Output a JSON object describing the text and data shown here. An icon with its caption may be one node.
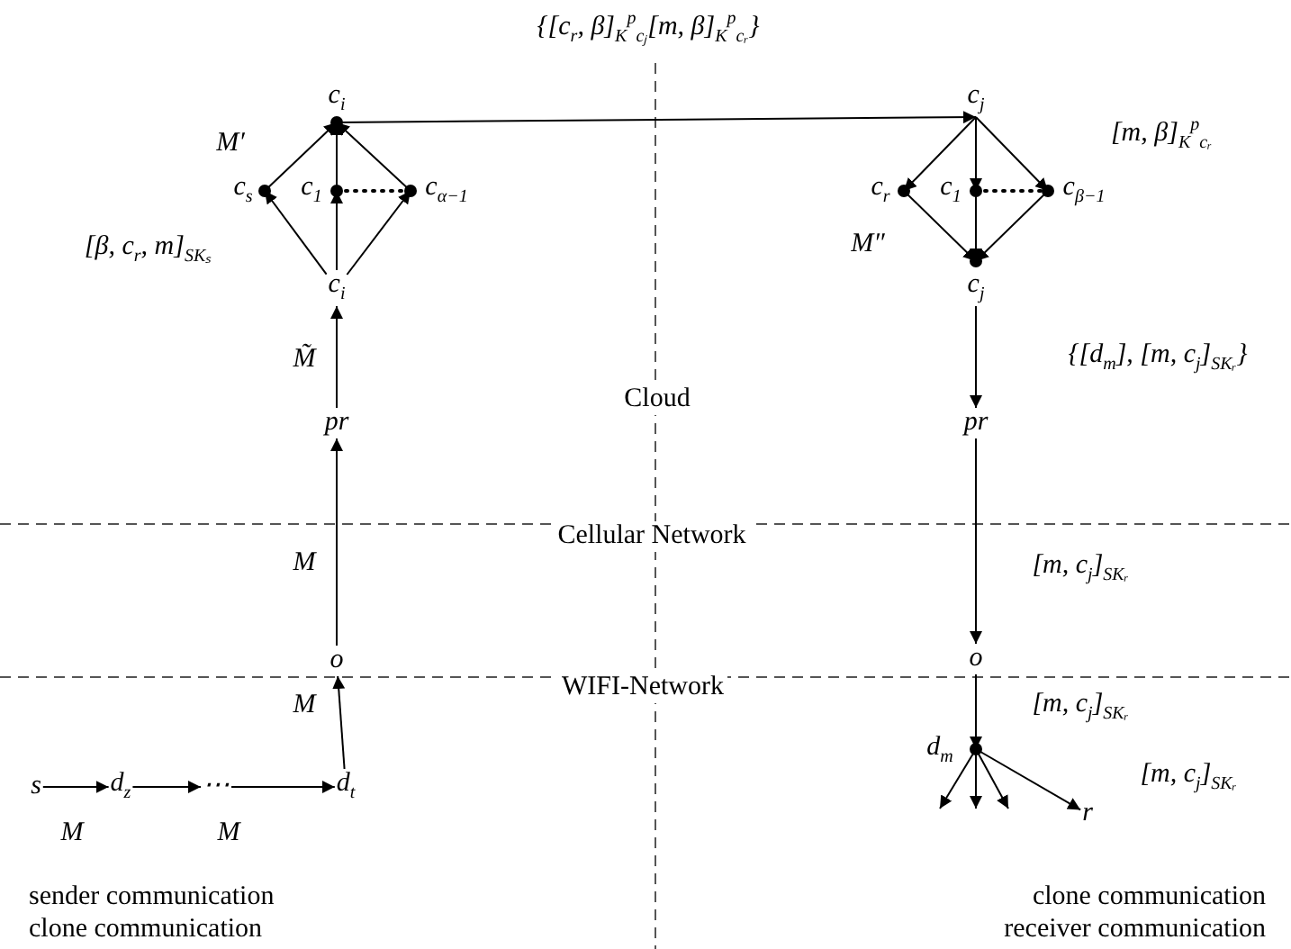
{
  "diagram": {
    "nodes": [
      {
        "text": [
          "c$_{i}$"
        ]
      },
      {
        "text": [
          "c$_{s}$"
        ]
      },
      {
        "text": [
          "c$_{1}$"
        ]
      },
      {
        "text": [
          "c$_{α−1}$"
        ]
      },
      {
        "text": [
          "c$_{i}$"
        ]
      },
      {
        "text": [
          "pr"
        ]
      },
      {
        "text": [
          "o"
        ]
      },
      {
        "text": [
          "s"
        ]
      },
      {
        "text": [
          "d$_{z}$"
        ]
      },
      {
        "text": [
          "⋯"
        ]
      },
      {
        "text": [
          "d$_{t}$"
        ]
      },
      {
        "text": [
          "c$_{j}$"
        ]
      },
      {
        "text": [
          "c$_{r}$"
        ]
      },
      {
        "text": [
          "c$_{1}$"
        ]
      },
      {
        "text": [
          "c$_{β−1}$"
        ]
      },
      {
        "text": [
          "c$_{j}$"
        ]
      },
      {
        "text": [
          "pr"
        ]
      },
      {
        "text": [
          "o"
        ]
      },
      {
        "text": [
          "d$_{m}$"
        ]
      },
      {
        "text": [
          "r"
        ]
      }
    ],
    "edges": [
      {
        "from": 0,
        "to": 11,
        "arrow": "to",
        "label": "{[c$_{r}$, β]$_{K}$$^{p}$$_{cⱼ}$[m, β]$_{K}$$^{p}$$_{cᵣ}$}"
      },
      {
        "from": 4,
        "to": 1,
        "arrow": "to",
        "label": "[β, c$_{r}$, m]$_{SKₛ}$"
      },
      {
        "from": 4,
        "to": 2,
        "arrow": "to"
      },
      {
        "from": 4,
        "to": 3,
        "arrow": "to"
      },
      {
        "from": 1,
        "to": 0,
        "arrow": "to",
        "label": "M′"
      },
      {
        "from": 2,
        "to": 0,
        "arrow": "to"
      },
      {
        "from": 3,
        "to": 0,
        "arrow": "to"
      },
      {
        "from": 2,
        "to": 3,
        "arrow": "other",
        "style": "dashed"
      },
      {
        "from": 5,
        "to": 4,
        "arrow": "to",
        "label": "M̃"
      },
      {
        "from": 6,
        "to": 5,
        "arrow": "to",
        "label": "M"
      },
      {
        "from": 10,
        "to": 6,
        "arrow": "to",
        "label": "M"
      },
      {
        "from": 7,
        "to": 8,
        "arrow": "to",
        "label": "M"
      },
      {
        "from": 8,
        "to": 9,
        "arrow": "to",
        "label": "M"
      },
      {
        "from": 9,
        "to": 10,
        "arrow": "to"
      },
      {
        "from": 11,
        "to": 12,
        "arrow": "to"
      },
      {
        "from": 11,
        "to": 13,
        "arrow": "to"
      },
      {
        "from": 11,
        "to": 14,
        "arrow": "to",
        "label": "[m, β]$_{K}$$^{p}$$_{cᵣ}$"
      },
      {
        "from": 12,
        "to": 15,
        "arrow": "to",
        "label": "M″"
      },
      {
        "from": 13,
        "to": 15,
        "arrow": "to"
      },
      {
        "from": 14,
        "to": 15,
        "arrow": "to"
      },
      {
        "from": 13,
        "to": 14,
        "arrow": "other",
        "style": "dashed"
      },
      {
        "from": 15,
        "to": 16,
        "arrow": "to",
        "label": "{[d$_{m}$], [m, c$_{j}$]$_{SKᵣ}$}"
      },
      {
        "from": 16,
        "to": 17,
        "arrow": "to",
        "label": "[m, c$_{j}$]$_{SKᵣ}$"
      },
      {
        "from": 17,
        "to": 18,
        "arrow": "to",
        "label": "[m, c$_{j}$]$_{SKᵣ}$"
      },
      {
        "from": 18,
        "to": null,
        "arrow": "to"
      },
      {
        "from": 18,
        "to": null,
        "arrow": "to"
      },
      {
        "from": 18,
        "to": null,
        "arrow": "to"
      },
      {
        "from": 18,
        "to": 19,
        "arrow": "to",
        "label": "[m, c$_{j}$]$_{SKᵣ}$"
      }
    ],
    "labels": [
      "Cloud",
      "Cellular Network",
      "WIFI-Network",
      "sender communication",
      "clone communication",
      "clone communication",
      "receiver communication"
    ]
  }
}
